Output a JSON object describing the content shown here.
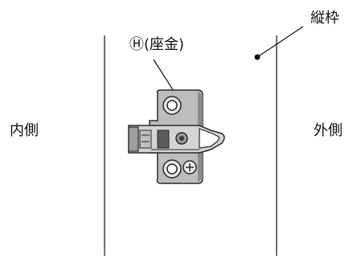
{
  "labels": {
    "inner": "内側",
    "outer": "外側",
    "frame": "縦枠",
    "washer": "Ⓗ(座金)"
  },
  "icons": {
    "hinge_plate": "mounting-plate-icon"
  },
  "colors": {
    "line": "#111111",
    "plate_fill": "#c8c8c8",
    "plate_dark": "#5a5a5a",
    "background": "#ffffff"
  }
}
